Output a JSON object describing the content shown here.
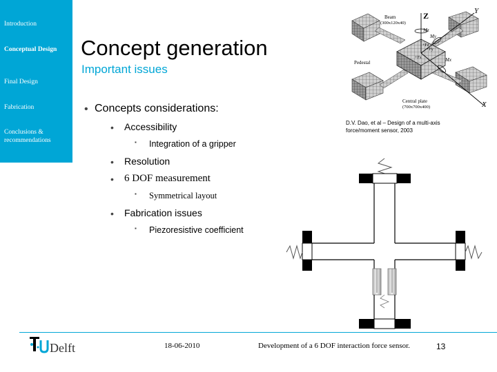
{
  "nav": {
    "items": [
      {
        "label": "Introduction",
        "active": false
      },
      {
        "label": "Conceptual Design",
        "active": true
      },
      {
        "label": "Final Design",
        "active": false
      },
      {
        "label": "Fabrication",
        "active": false
      },
      {
        "label": "Conclusions & recommendations",
        "active": false
      }
    ],
    "background": "#00a6d6"
  },
  "slide": {
    "title": "Concept generation",
    "subtitle": "Important issues",
    "bullets": {
      "concepts": "Concepts considerations:",
      "accessibility": "Accessibility",
      "gripper": "Integration of a gripper",
      "resolution": "Resolution",
      "dof": "6 DOF measurement",
      "layout": "Symmetrical layout",
      "fabrication": "Fabrication issues",
      "piezo": "Piezoresistive coefficient"
    },
    "bullet_glyph": "•",
    "sub_bullet_glyph": "▪"
  },
  "figure": {
    "labels": {
      "beam": "Beam",
      "beam_dims": "(300x120x40)",
      "pedestal": "Pedestal",
      "central_plate": "Central plate",
      "plate_dims": "(700x700x400)",
      "z": "Z",
      "y": "Y",
      "x": "X",
      "mz": "Mz",
      "my": "My",
      "mx": "Mx",
      "fz": "+Fz",
      "fy": "+Fy",
      "fx": "+Fx"
    },
    "credit": "D.V. Dao, et al – Design of a multi-axis force/moment sensor, 2003"
  },
  "footer": {
    "logo_text": "TUDelft",
    "date": "18-06-2010",
    "title": "Development of a 6 DOF interaction force sensor.",
    "page": "13"
  },
  "colors": {
    "accent": "#00a6d6",
    "text": "#000000"
  }
}
